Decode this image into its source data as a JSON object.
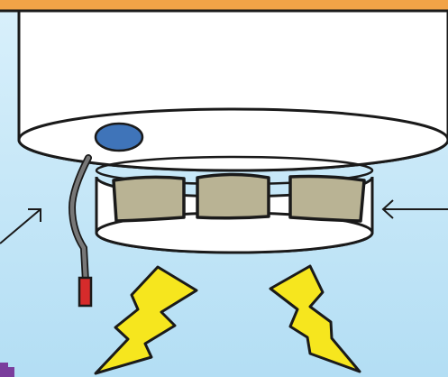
{
  "colors": {
    "top_bar": "#f2a347",
    "background_top": "#d9f0fb",
    "background_bottom": "#b3def4",
    "detector_body": "#ffffff",
    "outline": "#1a1a1a",
    "vent_fill": "#b9b394",
    "indicator_light": "#3f74b9",
    "wire": "#777777",
    "wire_tip": "#d62b2b",
    "lightning": "#f6e61e",
    "corner_shape": "#7a3d9c"
  },
  "icons": {
    "detector": "smoke-detector",
    "indicator": "status-light",
    "sensor": "wire-probe",
    "bolts": "lightning-bolt-icon",
    "pointers": "arrow-icon"
  },
  "vent_count": 3,
  "lightning_count": 2,
  "arrow_count": 2
}
